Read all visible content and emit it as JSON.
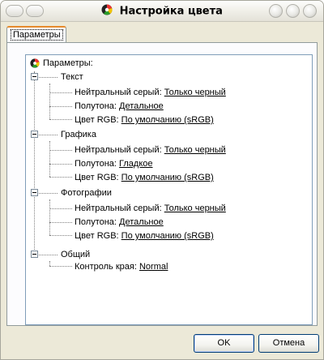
{
  "window": {
    "title": "Настройка цвета",
    "icon": "color-wheel-icon"
  },
  "tabs": [
    {
      "label": "Параметры",
      "active": true
    }
  ],
  "tree": {
    "root": {
      "label": "Параметры:"
    },
    "groups": [
      {
        "label": "Текст",
        "items": [
          {
            "name": "Нейтральный серый:",
            "value": "Только черный"
          },
          {
            "name": "Полутона:",
            "value": "Детальное"
          },
          {
            "name": "Цвет RGB:",
            "value": "По умолчанию (sRGB)"
          }
        ]
      },
      {
        "label": "Графика",
        "items": [
          {
            "name": "Нейтральный серый:",
            "value": "Только черный"
          },
          {
            "name": "Полутона:",
            "value": "Гладкое"
          },
          {
            "name": "Цвет RGB:",
            "value": "По умолчанию (sRGB)"
          }
        ]
      },
      {
        "label": "Фотографии",
        "items": [
          {
            "name": "Нейтральный серый:",
            "value": "Только черный"
          },
          {
            "name": "Полутона:",
            "value": "Детальное"
          },
          {
            "name": "Цвет RGB:",
            "value": "По умолчанию (sRGB)"
          }
        ]
      },
      {
        "label": "Общий",
        "items": [
          {
            "name": "Контроль края:",
            "value": "Normal"
          }
        ]
      }
    ]
  },
  "buttons": {
    "ok": "OK",
    "cancel": "Отмена"
  },
  "colors": {
    "window_bg": "#ece9d8",
    "tab_accent": "#e68b2c",
    "tree_border": "#7f9db9"
  }
}
